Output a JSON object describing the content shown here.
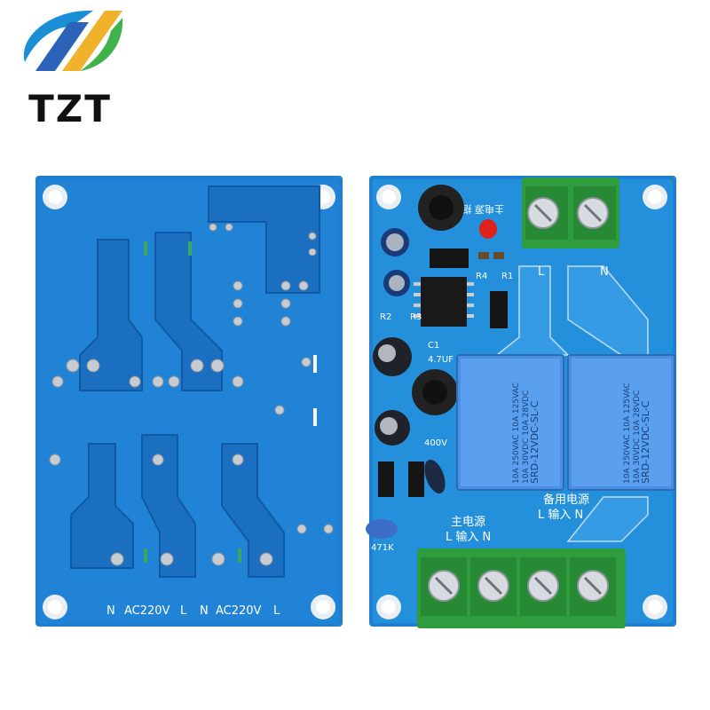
{
  "logo": {
    "text": "TZT"
  },
  "left_board": {
    "silkscreen": [
      "N",
      "AC220V",
      "L",
      "N",
      "AC220V",
      "L"
    ]
  },
  "right_board": {
    "top_terminal_labels": [
      "L",
      "N"
    ],
    "relays": [
      {
        "brand": "SRD-12VDC-SL-C",
        "rating1": "10A 250VAC 10A 125VAC",
        "rating2": "10A 30VDC 10A 28VDC"
      },
      {
        "brand": "SRD-12VDC-SL-C",
        "rating1": "10A 250VAC 10A 125VAC",
        "rating2": "10A 30VDC 10A 28VDC"
      }
    ],
    "main_power_label": "主电源",
    "main_input_label": "L 输入 N",
    "backup_power_label": "备用电源",
    "backup_input_label": "L 输入 N",
    "cap_label": "471K",
    "cap2_label": "400V",
    "cap3_label": "4.7UF",
    "indicator_label": "主电源 指示灯",
    "components": [
      "R4",
      "R1",
      "R2",
      "R3",
      "C1"
    ]
  },
  "colors": {
    "pcb": "#1f7fd0",
    "pcb_dark": "#165fa8",
    "trace": "#2a8be0",
    "terminal": "#2f9d3e",
    "relay": "#4a90e2"
  }
}
